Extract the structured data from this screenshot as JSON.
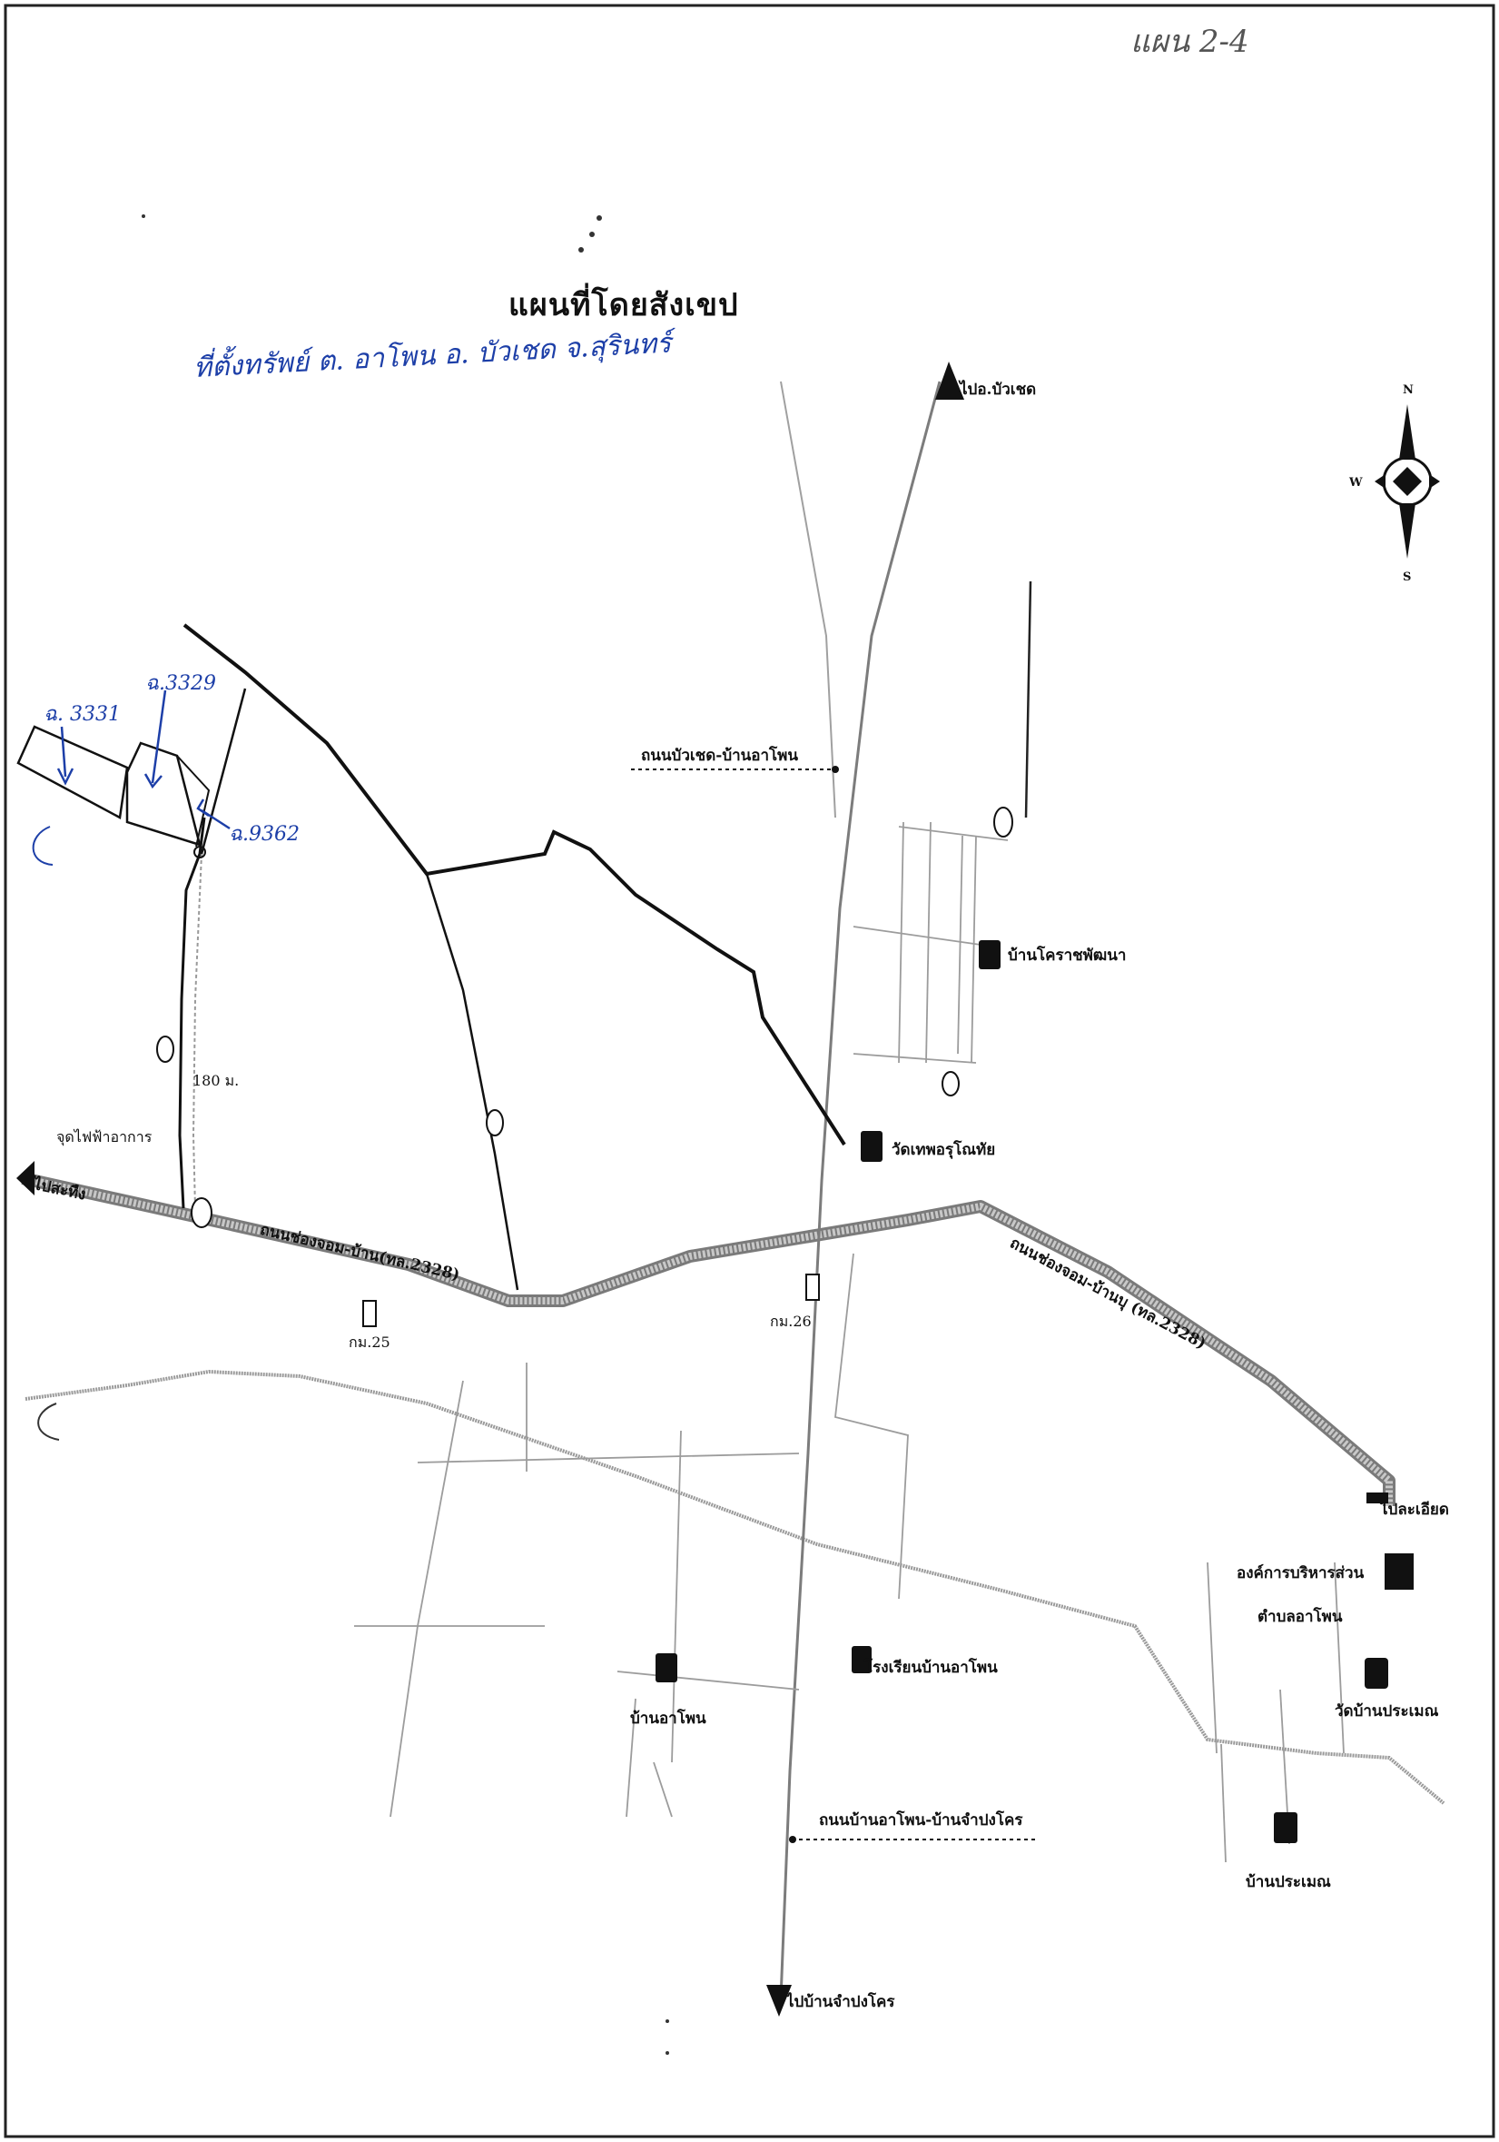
{
  "sheet_label": "แผน 2-4",
  "title": "แผนที่โดยสังเขป",
  "location_note": "ที่ตั้งทรัพย์ ต. อาโพน อ. บัวเชด จ.สุรินทร์",
  "parcels": [
    {
      "label": "ฉ. 3331"
    },
    {
      "label": "ฉ.3329"
    },
    {
      "label": "ฉ.9362"
    }
  ],
  "compass": {
    "n": "N",
    "w": "W",
    "s": "S"
  },
  "roads": {
    "to_bua_chet": "ไปอ.บัวเชด",
    "road_buachet_aphon": "ถนนบัวเชด-บ้านอาโพน",
    "to_left": "ไปสะทืง",
    "highway_left": "ถนนช่องจอม-บ้าน(ทล.2328)",
    "highway_right": "ถนนช่องจอม-บ้านบุ (ทล.2328)",
    "to_right": "ไปละเอียด",
    "road_aphon_chamrong": "ถนนบ้านอาโพน-บ้านจำปงโคร",
    "to_south": "ไปบ้านจำปงโคร"
  },
  "landmarks": {
    "power_pole": "จุดไฟฟ้าอาการ",
    "distance": "180 ม.",
    "km25": "กม.25",
    "km26": "กม.26",
    "village_korat": "บ้านโคราชพัฒนา",
    "temple_thephrom": "วัดเทพอรุโณทัย",
    "tao_office_1": "องค์การบริหารส่วน",
    "tao_office_2": "ตำบลอาโพน",
    "temple_prasam": "วัดบ้านประเมณ",
    "school_aphon": "โรงเรียนบ้านอาโพน",
    "village_aphon": "บ้านอาโพน",
    "village_prasam": "บ้านประเมณ"
  }
}
